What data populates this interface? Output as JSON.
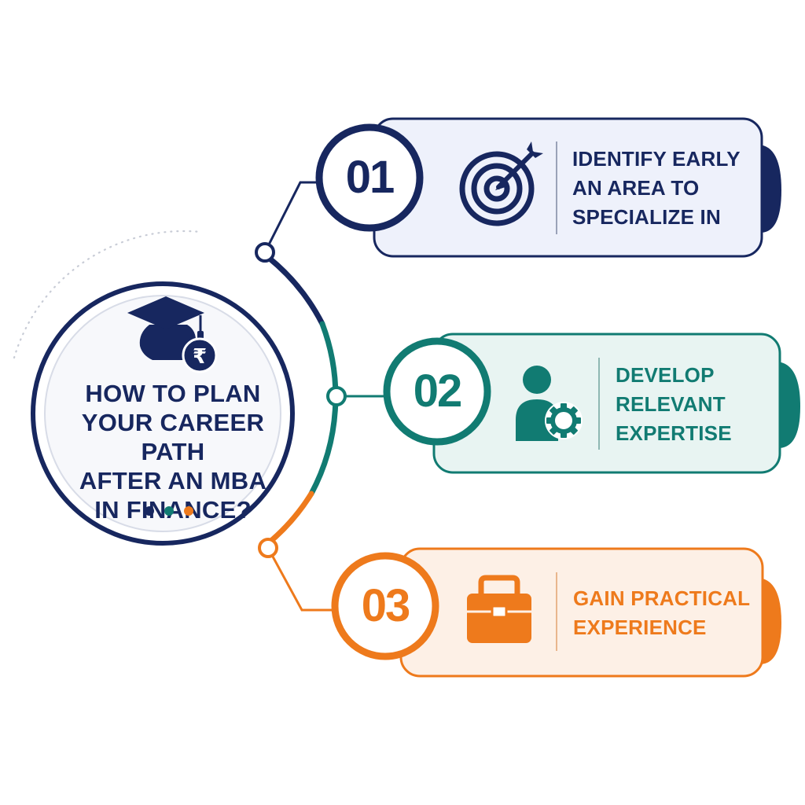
{
  "colors": {
    "navy": "#17275f",
    "teal": "#117b72",
    "orange": "#ee7a1c",
    "card_navy_bg": "#eef1fb",
    "card_teal_bg": "#e8f4f2",
    "card_orange_bg": "#fdf0e6"
  },
  "center": {
    "title_lines": [
      "HOW TO PLAN",
      "YOUR CAREER PATH",
      "AFTER AN MBA",
      "IN FINANCE?"
    ],
    "icon": "graduate-rupee-icon",
    "dot_colors": [
      "#17275f",
      "#117b72",
      "#ee7a1c"
    ]
  },
  "steps": [
    {
      "number": "01",
      "icon": "target-arrow-icon",
      "lines": [
        "IDENTIFY EARLY",
        "AN AREA TO",
        "SPECIALIZE IN"
      ]
    },
    {
      "number": "02",
      "icon": "person-gear-icon",
      "lines": [
        "DEVELOP",
        "RELEVANT",
        "EXPERTISE"
      ]
    },
    {
      "number": "03",
      "icon": "briefcase-icon",
      "lines": [
        "GAIN PRACTICAL",
        "EXPERIENCE"
      ]
    }
  ]
}
